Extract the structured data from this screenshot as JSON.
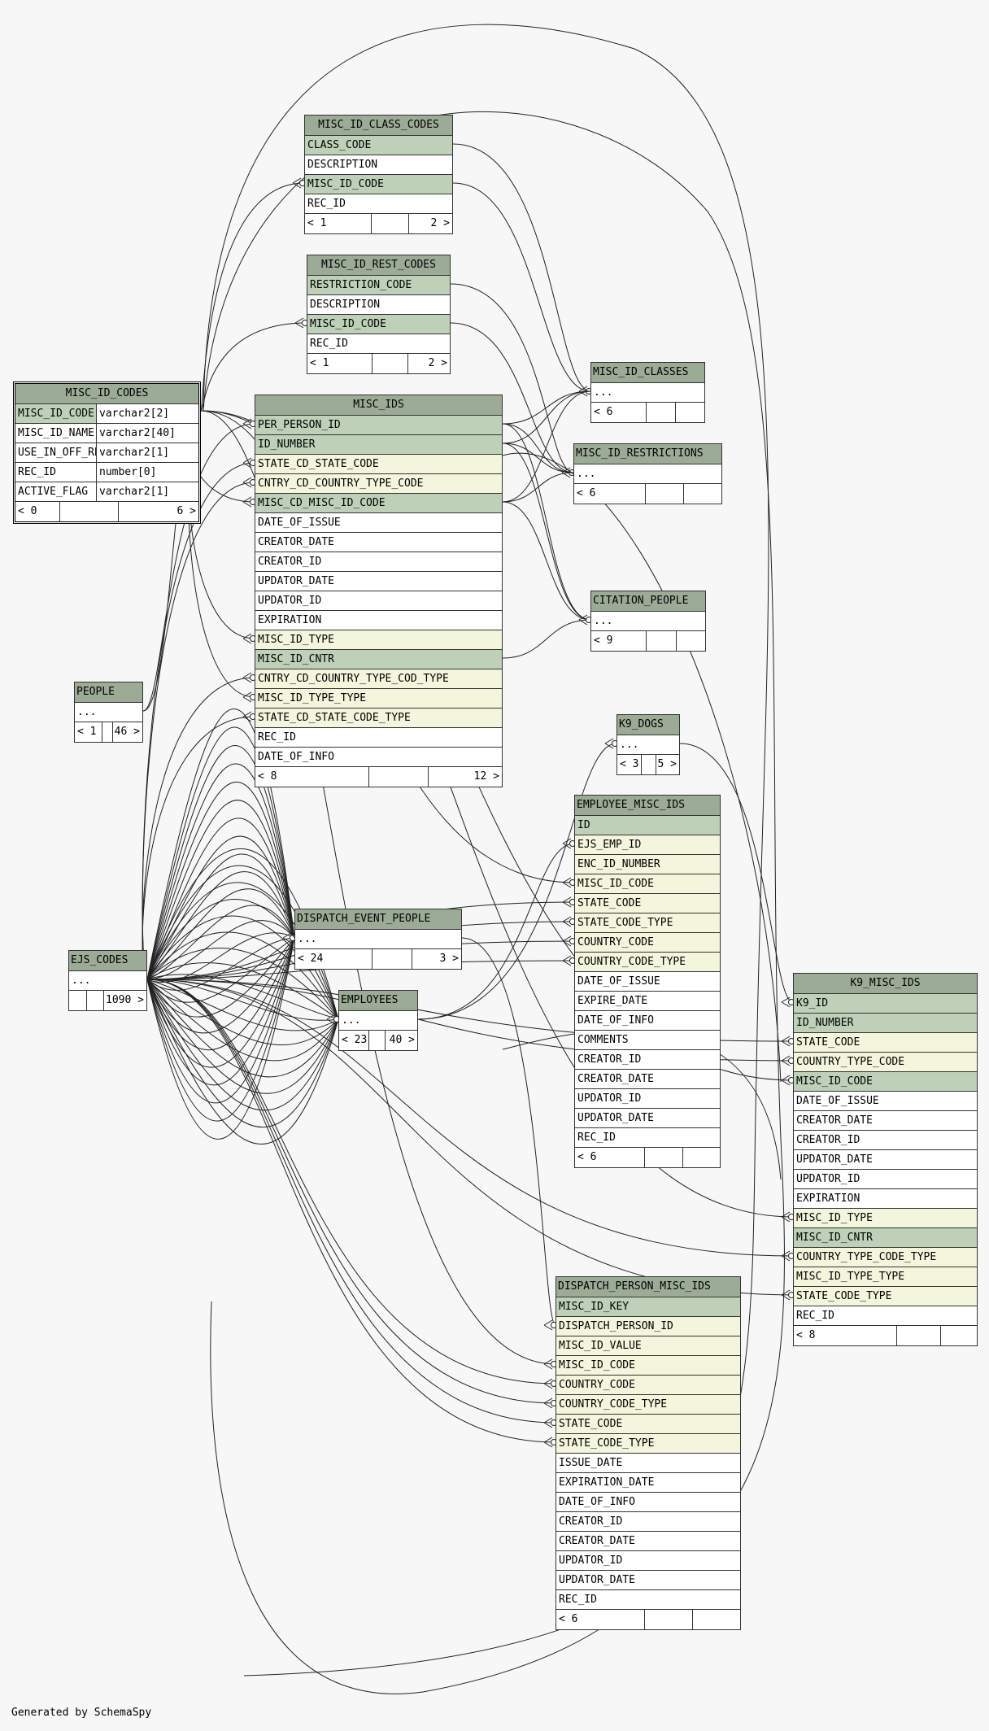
{
  "footer": "Generated by SchemaSpy",
  "tables": {
    "misc_id_codes": {
      "title": "MISC_ID_CODES",
      "rows": [
        {
          "name": "MISC_ID_CODE",
          "type": "varchar2[2]",
          "kind": "pk"
        },
        {
          "name": "MISC_ID_NAME",
          "type": "varchar2[40]",
          "kind": "col"
        },
        {
          "name": "USE_IN_OFF_REG",
          "type": "varchar2[1]",
          "kind": "col"
        },
        {
          "name": "REC_ID",
          "type": "number[0]",
          "kind": "col"
        },
        {
          "name": "ACTIVE_FLAG",
          "type": "varchar2[1]",
          "kind": "col"
        }
      ],
      "footer": {
        "left": "< 0",
        "mid": "",
        "right": "6 >"
      }
    },
    "misc_id_class_codes": {
      "title": "MISC_ID_CLASS_CODES",
      "rows": [
        {
          "name": "CLASS_CODE",
          "kind": "pk"
        },
        {
          "name": "DESCRIPTION",
          "kind": "col"
        },
        {
          "name": "MISC_ID_CODE",
          "kind": "pk"
        },
        {
          "name": "REC_ID",
          "kind": "col"
        }
      ],
      "footer": {
        "left": "< 1",
        "mid": "",
        "right": "2 >"
      }
    },
    "misc_id_rest_codes": {
      "title": "MISC_ID_REST_CODES",
      "rows": [
        {
          "name": "RESTRICTION_CODE",
          "kind": "pk"
        },
        {
          "name": "DESCRIPTION",
          "kind": "col"
        },
        {
          "name": "MISC_ID_CODE",
          "kind": "pk"
        },
        {
          "name": "REC_ID",
          "kind": "col"
        }
      ],
      "footer": {
        "left": "< 1",
        "mid": "",
        "right": "2 >"
      }
    },
    "misc_ids": {
      "title": "MISC_IDS",
      "rows": [
        {
          "name": "PER_PERSON_ID",
          "kind": "pk"
        },
        {
          "name": "ID_NUMBER",
          "kind": "pk"
        },
        {
          "name": "STATE_CD_STATE_CODE",
          "kind": "fk"
        },
        {
          "name": "CNTRY_CD_COUNTRY_TYPE_CODE",
          "kind": "fk"
        },
        {
          "name": "MISC_CD_MISC_ID_CODE",
          "kind": "pk"
        },
        {
          "name": "DATE_OF_ISSUE",
          "kind": "col"
        },
        {
          "name": "CREATOR_DATE",
          "kind": "col"
        },
        {
          "name": "CREATOR_ID",
          "kind": "col"
        },
        {
          "name": "UPDATOR_DATE",
          "kind": "col"
        },
        {
          "name": "UPDATOR_ID",
          "kind": "col"
        },
        {
          "name": "EXPIRATION",
          "kind": "col"
        },
        {
          "name": "MISC_ID_TYPE",
          "kind": "fk"
        },
        {
          "name": "MISC_ID_CNTR",
          "kind": "pk"
        },
        {
          "name": "CNTRY_CD_COUNTRY_TYPE_COD_TYPE",
          "kind": "fk"
        },
        {
          "name": "MISC_ID_TYPE_TYPE",
          "kind": "fk"
        },
        {
          "name": "STATE_CD_STATE_CODE_TYPE",
          "kind": "fk"
        },
        {
          "name": "REC_ID",
          "kind": "col"
        },
        {
          "name": "DATE_OF_INFO",
          "kind": "col"
        }
      ],
      "footer": {
        "left": "< 8",
        "mid": "",
        "right": "12 >"
      }
    },
    "misc_id_classes": {
      "title": "MISC_ID_CLASSES",
      "rows": [
        {
          "name": "...",
          "kind": "col"
        }
      ],
      "footer": {
        "left": "< 6",
        "mid": "",
        "right": ""
      }
    },
    "misc_id_restrictions": {
      "title": "MISC_ID_RESTRICTIONS",
      "rows": [
        {
          "name": "...",
          "kind": "col"
        }
      ],
      "footer": {
        "left": "< 6",
        "mid": "",
        "right": ""
      }
    },
    "citation_people": {
      "title": "CITATION_PEOPLE",
      "rows": [
        {
          "name": "...",
          "kind": "col"
        }
      ],
      "footer": {
        "left": "< 9",
        "mid": "",
        "right": ""
      }
    },
    "people": {
      "title": "PEOPLE",
      "rows": [
        {
          "name": "...",
          "kind": "col"
        }
      ],
      "footer": {
        "left": "< 1",
        "mid": "",
        "right": "46 >"
      }
    },
    "k9_dogs": {
      "title": "K9_DOGS",
      "rows": [
        {
          "name": "...",
          "kind": "col"
        }
      ],
      "footer": {
        "left": "< 3",
        "mid": "",
        "right": "5 >"
      }
    },
    "employee_misc_ids": {
      "title": "EMPLOYEE_MISC_IDS",
      "rows": [
        {
          "name": "ID",
          "kind": "pk"
        },
        {
          "name": "EJS_EMP_ID",
          "kind": "fk"
        },
        {
          "name": "ENC_ID_NUMBER",
          "kind": "fk"
        },
        {
          "name": "MISC_ID_CODE",
          "kind": "fk"
        },
        {
          "name": "STATE_CODE",
          "kind": "fk"
        },
        {
          "name": "STATE_CODE_TYPE",
          "kind": "fk"
        },
        {
          "name": "COUNTRY_CODE",
          "kind": "fk"
        },
        {
          "name": "COUNTRY_CODE_TYPE",
          "kind": "fk"
        },
        {
          "name": "DATE_OF_ISSUE",
          "kind": "col"
        },
        {
          "name": "EXPIRE_DATE",
          "kind": "col"
        },
        {
          "name": "DATE_OF_INFO",
          "kind": "col"
        },
        {
          "name": "COMMENTS",
          "kind": "col"
        },
        {
          "name": "CREATOR_ID",
          "kind": "col"
        },
        {
          "name": "CREATOR_DATE",
          "kind": "col"
        },
        {
          "name": "UPDATOR_ID",
          "kind": "col"
        },
        {
          "name": "UPDATOR_DATE",
          "kind": "col"
        },
        {
          "name": "REC_ID",
          "kind": "col"
        }
      ],
      "footer": {
        "left": "< 6",
        "mid": "",
        "right": ""
      }
    },
    "dispatch_event_people": {
      "title": "DISPATCH_EVENT_PEOPLE",
      "rows": [
        {
          "name": "...",
          "kind": "col"
        }
      ],
      "footer": {
        "left": "< 24",
        "mid": "",
        "right": "3 >"
      }
    },
    "ejs_codes": {
      "title": "EJS_CODES",
      "rows": [
        {
          "name": "...",
          "kind": "col"
        }
      ],
      "footer": {
        "left": "",
        "mid": "",
        "right": "1090 >"
      }
    },
    "employees": {
      "title": "EMPLOYEES",
      "rows": [
        {
          "name": "...",
          "kind": "col"
        }
      ],
      "footer": {
        "left": "< 23",
        "mid": "",
        "right": "40 >"
      }
    },
    "k9_misc_ids": {
      "title": "K9_MISC_IDS",
      "rows": [
        {
          "name": "K9_ID",
          "kind": "pk"
        },
        {
          "name": "ID_NUMBER",
          "kind": "pk"
        },
        {
          "name": "STATE_CODE",
          "kind": "fk"
        },
        {
          "name": "COUNTRY_TYPE_CODE",
          "kind": "fk"
        },
        {
          "name": "MISC_ID_CODE",
          "kind": "pk"
        },
        {
          "name": "DATE_OF_ISSUE",
          "kind": "col"
        },
        {
          "name": "CREATOR_DATE",
          "kind": "col"
        },
        {
          "name": "CREATOR_ID",
          "kind": "col"
        },
        {
          "name": "UPDATOR_DATE",
          "kind": "col"
        },
        {
          "name": "UPDATOR_ID",
          "kind": "col"
        },
        {
          "name": "EXPIRATION",
          "kind": "col"
        },
        {
          "name": "MISC_ID_TYPE",
          "kind": "fk"
        },
        {
          "name": "MISC_ID_CNTR",
          "kind": "pk"
        },
        {
          "name": "COUNTRY_TYPE_CODE_TYPE",
          "kind": "fk"
        },
        {
          "name": "MISC_ID_TYPE_TYPE",
          "kind": "fk"
        },
        {
          "name": "STATE_CODE_TYPE",
          "kind": "fk"
        },
        {
          "name": "REC_ID",
          "kind": "col"
        }
      ],
      "footer": {
        "left": "< 8",
        "mid": "",
        "right": ""
      }
    },
    "dispatch_person_misc_ids": {
      "title": "DISPATCH_PERSON_MISC_IDS",
      "rows": [
        {
          "name": "MISC_ID_KEY",
          "kind": "pk"
        },
        {
          "name": "DISPATCH_PERSON_ID",
          "kind": "fk"
        },
        {
          "name": "MISC_ID_VALUE",
          "kind": "fk"
        },
        {
          "name": "MISC_ID_CODE",
          "kind": "fk"
        },
        {
          "name": "COUNTRY_CODE",
          "kind": "fk"
        },
        {
          "name": "COUNTRY_CODE_TYPE",
          "kind": "fk"
        },
        {
          "name": "STATE_CODE",
          "kind": "fk"
        },
        {
          "name": "STATE_CODE_TYPE",
          "kind": "fk"
        },
        {
          "name": "ISSUE_DATE",
          "kind": "col"
        },
        {
          "name": "EXPIRATION_DATE",
          "kind": "col"
        },
        {
          "name": "DATE_OF_INFO",
          "kind": "col"
        },
        {
          "name": "CREATOR_ID",
          "kind": "col"
        },
        {
          "name": "CREATOR_DATE",
          "kind": "col"
        },
        {
          "name": "UPDATOR_ID",
          "kind": "col"
        },
        {
          "name": "UPDATOR_DATE",
          "kind": "col"
        },
        {
          "name": "REC_ID",
          "kind": "col"
        }
      ],
      "footer": {
        "left": "< 6",
        "mid": "",
        "right": ""
      }
    }
  }
}
